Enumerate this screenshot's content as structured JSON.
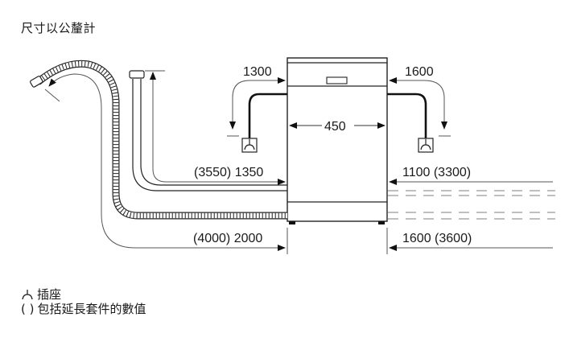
{
  "title": "尺寸以公釐計",
  "diagram": {
    "appliance_width": "450",
    "power_left": "1300",
    "power_right": "1600",
    "inlet_left": "(3550) 1350",
    "inlet_right": "1100 (3300)",
    "drain_left": "(4000) 2000",
    "drain_right": "1600 (3600)"
  },
  "legend": {
    "socket_label": "插座",
    "paren_symbol": "( )",
    "paren_label": "包括延長套件的數值"
  },
  "icons": {
    "socket": "socket-icon",
    "arrow": "arrowhead"
  }
}
